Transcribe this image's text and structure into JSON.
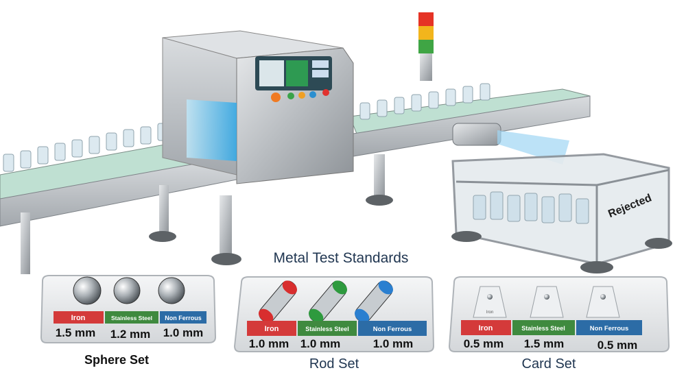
{
  "title": "Metal Test Standards",
  "reject_bin": {
    "label": "Rejected"
  },
  "stack_light_colors": [
    "#e53325",
    "#f2b51c",
    "#3fa544"
  ],
  "label_colors": {
    "iron": "#d43a3a",
    "stainless": "#3f8a3f",
    "non_ferrous": "#2c6ca6"
  },
  "sphere_set": {
    "name": "Sphere Set",
    "labels": [
      "Iron",
      "Stainless Steel",
      "Non Ferrous"
    ],
    "values": [
      "1.5 mm",
      "1.2 mm",
      "1.0 mm"
    ]
  },
  "rod_set": {
    "name": "Rod Set",
    "labels": [
      "Iron",
      "Stainless Steel",
      "Non Ferrous"
    ],
    "values": [
      "1.0 mm",
      "1.0 mm",
      "1.0 mm"
    ]
  },
  "card_set": {
    "name": "Card Set",
    "card_label": "Iron",
    "labels": [
      "Iron",
      "Stainless Steel",
      "Non Ferrous"
    ],
    "values": [
      "0.5 mm",
      "1.5 mm",
      "0.5 mm"
    ]
  }
}
